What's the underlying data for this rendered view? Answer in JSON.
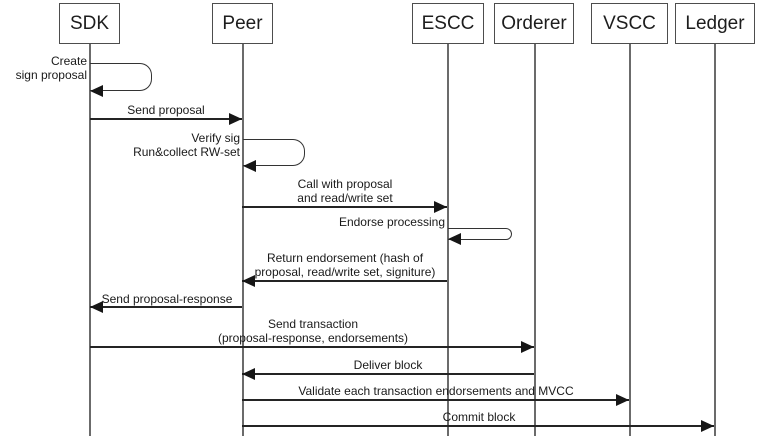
{
  "diagram": {
    "type": "sequence-diagram",
    "colors": {
      "background": "#ffffff",
      "line": "#242424",
      "lifeline": "#6b6b6b",
      "text": "#1a1a1a"
    },
    "actors": [
      {
        "label": "SDK"
      },
      {
        "label": "Peer"
      },
      {
        "label": "ESCC"
      },
      {
        "label": "Orderer"
      },
      {
        "label": "VSCC"
      },
      {
        "label": "Ledger"
      }
    ],
    "messages": [
      {
        "label": "Create\nsign proposal",
        "from": "SDK",
        "to": "SDK",
        "kind": "self"
      },
      {
        "label": "Send proposal",
        "from": "SDK",
        "to": "Peer",
        "kind": "arrow"
      },
      {
        "label": "Verify sig\nRun&collect RW-set",
        "from": "Peer",
        "to": "Peer",
        "kind": "self"
      },
      {
        "label": "Call with proposal\nand read/write set",
        "from": "Peer",
        "to": "ESCC",
        "kind": "arrow"
      },
      {
        "label": "Endorse processing",
        "from": "ESCC",
        "to": "ESCC",
        "kind": "self"
      },
      {
        "label": "Return endorsement (hash of\nproposal, read/write set, signiture)",
        "from": "ESCC",
        "to": "Peer",
        "kind": "arrow"
      },
      {
        "label": "Send proposal-response",
        "from": "Peer",
        "to": "SDK",
        "kind": "arrow"
      },
      {
        "label": "Send transaction\n(proposal-response, endorsements)",
        "from": "SDK",
        "to": "Orderer",
        "kind": "arrow"
      },
      {
        "label": "Deliver block",
        "from": "Orderer",
        "to": "Peer",
        "kind": "arrow"
      },
      {
        "label": "Validate each transaction endorsements and MVCC",
        "from": "Peer",
        "to": "VSCC",
        "kind": "arrow"
      },
      {
        "label": "Commit block",
        "from": "Peer",
        "to": "Ledger",
        "kind": "arrow"
      }
    ]
  }
}
